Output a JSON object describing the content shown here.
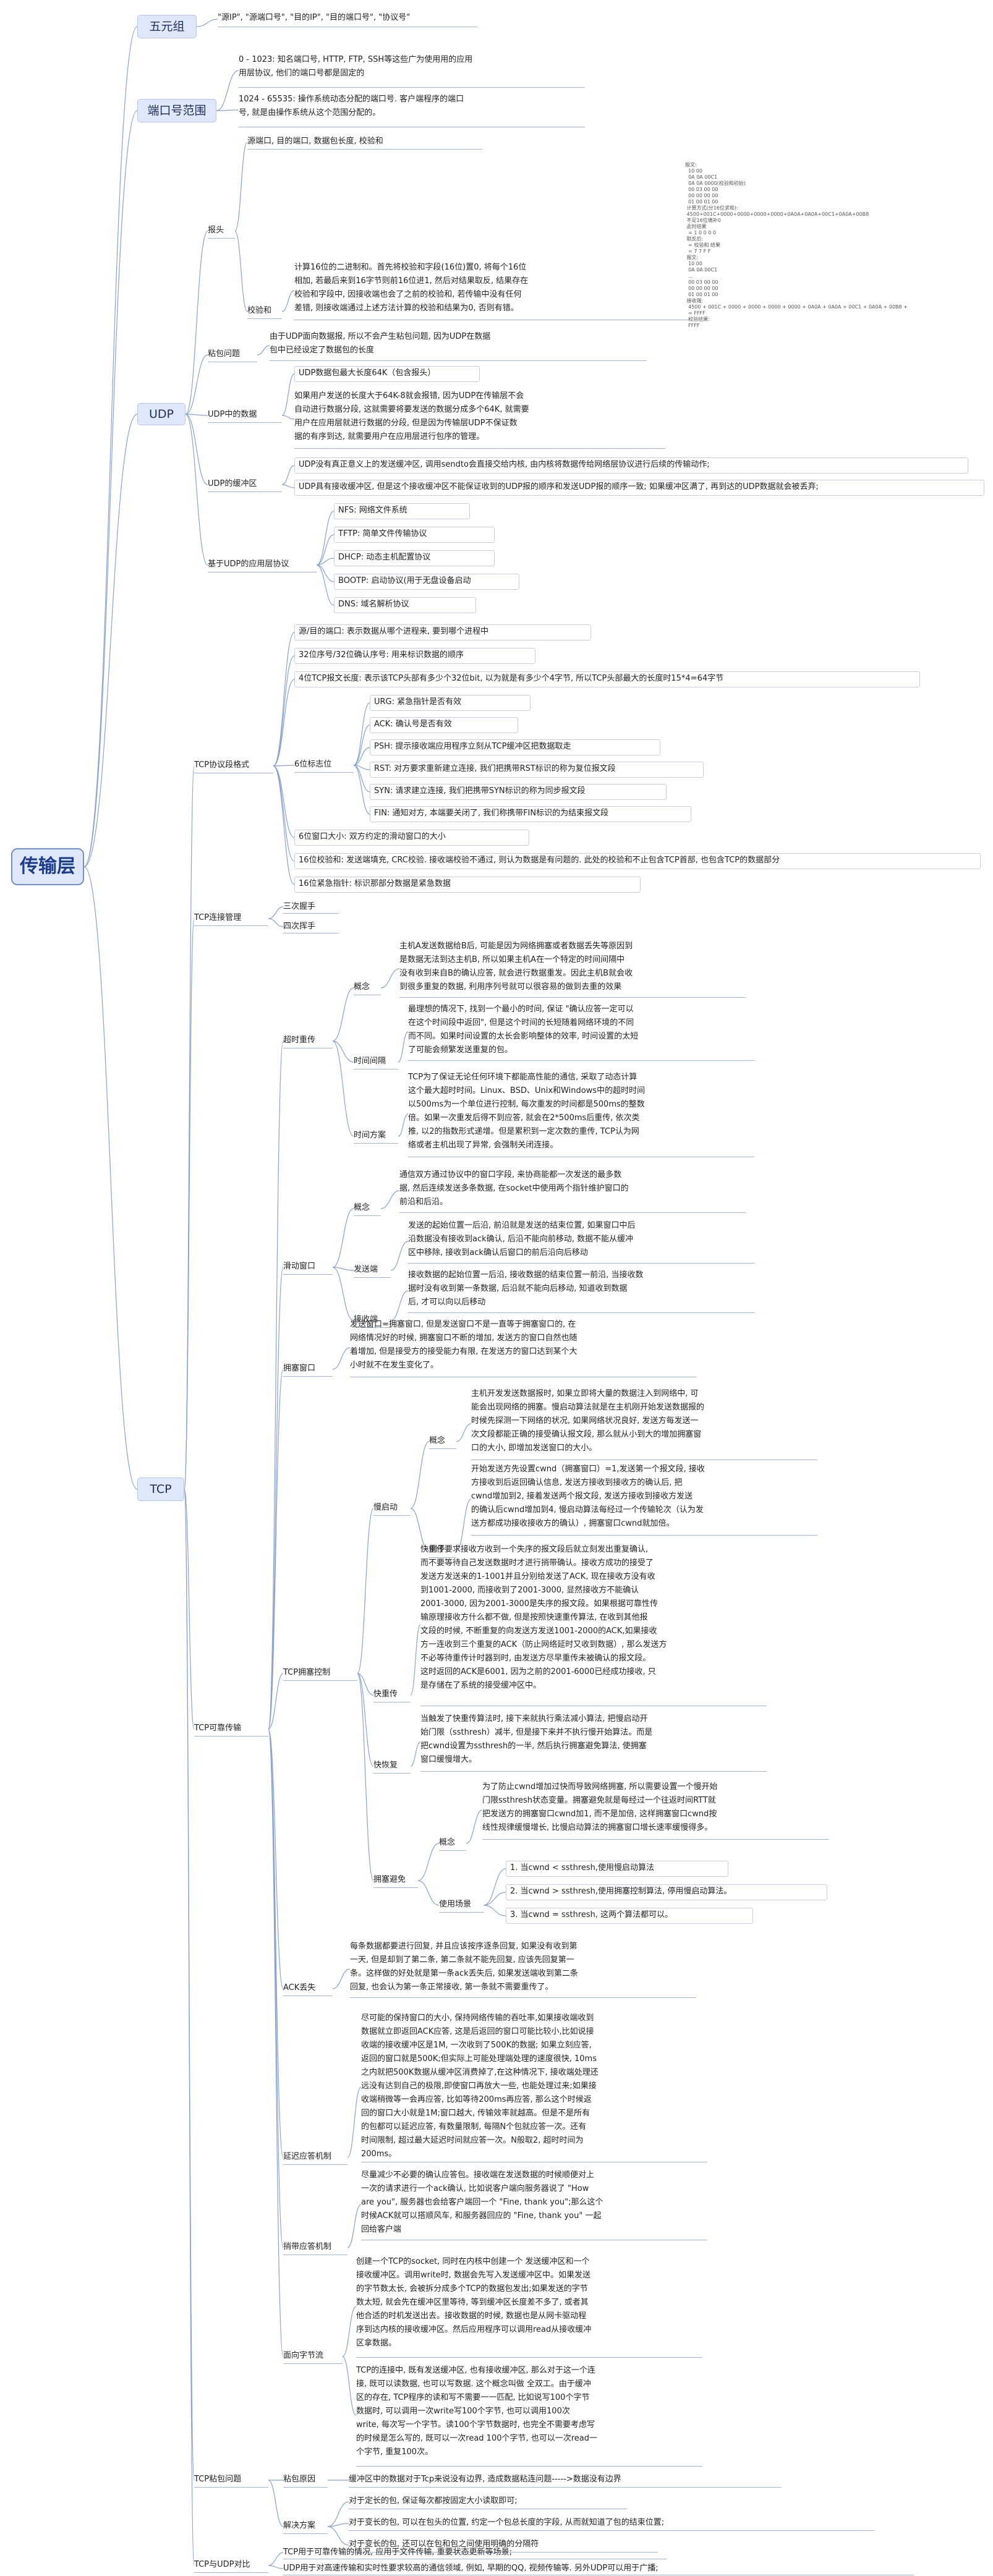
{
  "root": "传输层",
  "nodes": [
    {
      "id": "wyz",
      "text": "五元组"
    },
    {
      "id": "wyz1",
      "text": "\"源IP\", \"源端口号\", \"目的IP\", \"目的端口号\", \"协议号\""
    },
    {
      "id": "dkfw",
      "text": "端口号范围"
    },
    {
      "id": "dk1",
      "text": "0 - 1023: 知名端口号, HTTP, FTP, SSH等这些广为使用用的应用\n用层协议, 他们的端口号都是固定的"
    },
    {
      "id": "dk2",
      "text": "1024 - 65535: 操作系统动态分配的端口号. 客户端程序的端口\n号, 就是由操作系统从这个范围分配的。"
    },
    {
      "id": "udp",
      "text": "UDP"
    },
    {
      "id": "bt",
      "text": "报头"
    },
    {
      "id": "bt1",
      "text": "源端口, 目的端口, 数据包长度, 校验和"
    },
    {
      "id": "jyh",
      "text": "校验和"
    },
    {
      "id": "jyh1",
      "text": "计算16位的二进制和。首先将校验和字段(16位)置0, 将每个16位\n相加, 若最后来到16字节则前16位进1, 然后对结果取反, 结果存在\n校验和字段中, 因接收端也会了之前的校验和, 若传输中没有任何\n差错, 则接收端通过上述方法计算的校验和结果为0, 否则有错。"
    },
    {
      "id": "nbwt",
      "text": "粘包问题"
    },
    {
      "id": "nbwt1",
      "text": "由于UDP面向数据报, 所以不会产生粘包问题, 因为UDP在数据\n包中已经设定了数据包的长度"
    },
    {
      "id": "udpsj",
      "text": "UDP中的数据"
    },
    {
      "id": "udpsj1",
      "text": "UDP数据包最大长度64K（包含报头）"
    },
    {
      "id": "udpsj2",
      "text": "如果用户发送的长度大于64K-8就会报错, 因为UDP在传输层不会\n自动进行数据分段, 这就需要将要发送的数据分成多个64K, 就需要\n用户在应用层就进行数据的分段, 但是因为传输层UDP不保证数\n据的有序到达, 就需要用户在应用层进行包序的管理。"
    },
    {
      "id": "udphc",
      "text": "UDP的缓冲区"
    },
    {
      "id": "udphc1",
      "text": "UDP没有真正意义上的发送缓冲区, 调用sendto会直接交给内核, 由内核将数据传给网络层协议进行后续的传输动作;"
    },
    {
      "id": "udphc2",
      "text": "UDP具有接收缓冲区, 但是这个接收缓冲区不能保证收到的UDP报的顺序和发送UDP报的顺序一致; 如果缓冲区满了, 再到达的UDP数据就会被丢弃;"
    },
    {
      "id": "udpyy",
      "text": "基于UDP的应用层协议"
    },
    {
      "id": "yy1",
      "text": "NFS: 网络文件系统"
    },
    {
      "id": "yy2",
      "text": "TFTP: 简单文件传输协议"
    },
    {
      "id": "yy3",
      "text": "DHCP: 动态主机配置协议"
    },
    {
      "id": "yy4",
      "text": "BOOTP: 启动协议(用于无盘设备启动"
    },
    {
      "id": "yy5",
      "text": "DNS: 域名解析协议"
    },
    {
      "id": "tcp",
      "text": "TCP"
    },
    {
      "id": "tcpgs",
      "text": "TCP协议段格式"
    },
    {
      "id": "gs1",
      "text": "源/目的端口: 表示数据从哪个进程来, 要到哪个进程中"
    },
    {
      "id": "gs2",
      "text": "32位序号/32位确认序号: 用来标识数据的顺序"
    },
    {
      "id": "gs3",
      "text": "4位TCP报文长度: 表示该TCP头部有多少个32位bit, 以为就是有多少个4字节, 所以TCP头部最大的长度时15*4=64字节"
    },
    {
      "id": "bz",
      "text": "6位标志位"
    },
    {
      "id": "bz1",
      "text": "URG: 紧急指针是否有效"
    },
    {
      "id": "bz2",
      "text": "ACK: 确认号是否有效"
    },
    {
      "id": "bz3",
      "text": "PSH: 提示接收端应用程序立刻从TCP缓冲区把数据取走"
    },
    {
      "id": "bz4",
      "text": "RST: 对方要求重新建立连接, 我们把携带RST标识的称为复位报文段"
    },
    {
      "id": "bz5",
      "text": "SYN: 请求建立连接, 我们把携带SYN标识的称为同步报文段"
    },
    {
      "id": "bz6",
      "text": "FIN: 通知对方, 本端要关闭了, 我们称携带FIN标识的为结束报文段"
    },
    {
      "id": "gs4",
      "text": "6位窗口大小: 双方约定的滑动窗口的大小"
    },
    {
      "id": "gs5",
      "text": "16位校验和: 发送端填充, CRC校验. 接收端校验不通过, 则认为数据是有问题的. 此处的校验和不止包含TCP首部, 也包含TCP的数据部分"
    },
    {
      "id": "gs6",
      "text": "16位紧急指针: 标识那部分数据是紧急数据"
    },
    {
      "id": "ljgl",
      "text": "TCP连接管理"
    },
    {
      "id": "lj1",
      "text": "三次握手"
    },
    {
      "id": "lj2",
      "text": "四次挥手"
    },
    {
      "id": "kkcs",
      "text": "TCP可靠传输"
    },
    {
      "id": "cscc",
      "text": "超时重传"
    },
    {
      "id": "cs_gn",
      "text": "概念"
    },
    {
      "id": "cs_gn1",
      "text": "主机A发送数据给B后, 可能是因为网络拥塞或者数据丢失等原因到\n是数据无法到达主机B, 所以如果主机A在一个特定的时间间隔中\n没有收到来自B的确认应答, 就会进行数据重发。因此主机B就会收\n到很多重复的数据, 利用序列号就可以很容易的做到去重的效果"
    },
    {
      "id": "sjjg",
      "text": "时间间隔"
    },
    {
      "id": "sjjg1",
      "text": "最理想的情况下, 找到一个最小的时间, 保证 \"确认应答一定可以\n在这个时间段中返回\", 但是这个时间的长短随着网络环境的不同\n而不同。如果时间设置的太长会影响整体的效率, 时间设置的太短\n了可能会频繁发送重复的包。"
    },
    {
      "id": "sjfa",
      "text": "时间方案"
    },
    {
      "id": "sjfa1",
      "text": "TCP为了保证无论任何环境下都能高性能的通信, 采取了动态计算\n这个最大超时时间。Linux、BSD、Unix和Windows中的超时时间\n以500ms为一个单位进行控制, 每次重发的时间都是500ms的整数\n倍。如果一次重发后得不到应答, 就会在2*500ms后重传, 依次类\n推, 以2的指数形式递增。但是累积到一定次数的重传, TCP认为网\n络或者主机出现了异常, 会强制关闭连接。"
    },
    {
      "id": "hdck",
      "text": "滑动窗口"
    },
    {
      "id": "hd_gn",
      "text": "概念"
    },
    {
      "id": "hd_gn1",
      "text": "通信双方通过协议中的窗口字段, 来协商能都一次发送的最多数\n据, 然后连续发送多条数据, 在socket中使用两个指针维护窗口的\n前沿和后沿。"
    },
    {
      "id": "fsd",
      "text": "发送端"
    },
    {
      "id": "fsd1",
      "text": "发送的起始位置一后沿, 前沿就是发送的结束位置, 如果窗口中后\n沿数据没有接收到ack确认, 后沿不能向前移动, 数据不能从缓冲\n区中移除, 接收到ack确认后窗口的前后沿向后移动"
    },
    {
      "id": "jsd",
      "text": "接收端"
    },
    {
      "id": "jsd1",
      "text": "接收数据的起始位置一后沿, 接收数据的结束位置一前沿, 当接收数\n据时没有收到第一条数据, 后沿就不能向后移动, 知道收到数据\n后, 才可以向以后移动"
    },
    {
      "id": "ydck",
      "text": "拥塞窗口"
    },
    {
      "id": "ydck1",
      "text": "发送窗口=拥塞窗口, 但是发送窗口不是一直等于拥塞窗口的, 在\n网络情况好的时候, 拥塞窗口不断的增加, 发送方的窗口自然也随\n着增加, 但是接受方的接受能力有限, 在发送方的窗口达到某个大\n小时就不在发生变化了。"
    },
    {
      "id": "ydkz",
      "text": "TCP拥塞控制"
    },
    {
      "id": "mqd",
      "text": "慢启动"
    },
    {
      "id": "mqd_gn",
      "text": "概念"
    },
    {
      "id": "mqd_gn1",
      "text": "主机开发发送数据报时, 如果立即将大量的数据注入到网络中, 可\n能会出现网络的拥塞。慢启动算法就是在主机刚开始发送数据报的\n时候先探测一下网络的状况, 如果网络状况良好, 发送方每发送一\n次文段都能正确的接受确认报文段, 那么就从小到大的增加拥塞窗\n口的大小, 即增加发送窗口的大小。"
    },
    {
      "id": "mqd_lz",
      "text": "例子"
    },
    {
      "id": "mqd_lz1",
      "text": "开始发送方先设置cwnd（拥塞窗口）=1,发送第一个报文段, 接收\n方接收到后返回确认信息, 发送方接收到接收方的确认后, 把\ncwnd增加到2, 接着发送两个报文段, 发送方接收到接收方发送\n的确认后cwnd增加到4, 慢启动算法每经过一个传输轮次（认为发\n送方都成功接收接收方的确认）, 拥塞窗口cwnd就加倍。"
    },
    {
      "id": "kcc",
      "text": "快重传"
    },
    {
      "id": "kcc1",
      "text": "快重传要求接收方收到一个失序的报文段后就立刻发出重复确认,\n而不要等待自己发送数据时才进行捎带确认。接收方成功的接受了\n发送方发送来的1-1001并且分别给发送了ACK, 现在接收方没有收\n到1001-2000, 而接收到了2001-3000, 显然接收方不能确认\n2001-3000, 因为2001-3000是失序的报文段。如果根据可靠性传\n输原理接收方什么都不做, 但是按照快速重传算法, 在收到其他报\n文段的时候, 不断重复的向发送方发送1001-2000的ACK,如果接收\n方一连收到三个重复的ACK（防止网络延时又收到数据）, 那么发送方\n不必等待重传计时器到时, 由发送方尽早重传未被确认的报文段。\n这时返回的ACK是6001, 因为之前的2001-6000已经成功接收, 只\n是存储在了系统的接受缓冲区中。"
    },
    {
      "id": "khf",
      "text": "快恢复"
    },
    {
      "id": "khf1",
      "text": "当触发了快重传算法时, 接下来就执行乘法减小算法, 把慢启动开\n始门限（ssthresh）减半, 但是接下来并不执行慢开始算法。而是\n把cwnd设置为ssthresh的一半, 然后执行拥塞避免算法, 使拥塞\n窗口缓慢增大。"
    },
    {
      "id": "ydbm",
      "text": "拥塞避免"
    },
    {
      "id": "ydbm_gn",
      "text": "概念"
    },
    {
      "id": "ydbm_gn1",
      "text": "为了防止cwnd增加过快而导致网络拥塞, 所以需要设置一个慢开始\n门限ssthresh状态变量。拥塞避免就是每经过一个往返时间RTT就\n把发送方的拥塞窗口cwnd加1, 而不是加倍, 这样拥塞窗口cwnd按\n线性规律缓慢增长, 比慢启动算法的拥塞窗口增长速率缓慢得多。"
    },
    {
      "id": "sycj",
      "text": "使用场景"
    },
    {
      "id": "cj1",
      "text": "1. 当cwnd < ssthresh,使用慢启动算法"
    },
    {
      "id": "cj2",
      "text": "2. 当cwnd > ssthresh,使用拥塞控制算法, 停用慢启动算法。"
    },
    {
      "id": "cj3",
      "text": "3. 当cwnd = ssthresh, 这两个算法都可以。"
    },
    {
      "id": "ackds",
      "text": "ACK丢失"
    },
    {
      "id": "ackds1",
      "text": "每条数据都要进行回复, 并且应该按序逐条回复, 如果没有收到第\n一天, 但是却到了第二条, 第二条就不能先回复, 应该先回复第一\n条。这样做的好处就是第一条ack丢失后, 如果发送端收到第二条\n回复, 也会认为第一条正常接收, 第一条就不需要重传了。"
    },
    {
      "id": "ycydjz",
      "text": "延迟应答机制"
    },
    {
      "id": "ycydjz1",
      "text": "尽可能的保持窗口的大小, 保持网络传输的吞吐率,如果接收端收到\n数据就立即返回ACK应答, 这是后返回的窗口可能比较小,比如说接\n收端的接收缓冲区是1M, 一次收到了500K的数据; 如果立刻应答,\n返回的窗口就是500K;但实际上可能处理端处理的速度很快, 10ms\n之内就把500K数据从缓冲区消费掉了,在这种情况下, 接收端处理还\n远没有达到自己的极限,即使窗口再放大一些, 也能处理过来;如果接\n收端稍微等一会再应答, 比如等待200ms再应答, 那么这个时候返\n回的窗口大小就是1M;窗口越大, 传输效率就越高。但是不是所有\n的包都可以延迟应答, 有数量限制, 每隔N个包就应答一次。还有\n时间限制, 超过最大延迟时间就应答一次。N般取2, 超时时间为\n200ms。"
    },
    {
      "id": "sdyd",
      "text": "捎带应答机制"
    },
    {
      "id": "sdyd1",
      "text": "尽量减少不必要的确认应答包。接收端在发送数据的时候顺便对上\n一次的请求进行一个ack确认, 比如说客户端向服务器说了 \"How\nare you\", 服务器也会给客户端回一个 \"Fine, thank you\";那么这个\n时候ACK就可以搭顺风车, 和服务器回应的 \"Fine, thank you\" 一起\n回给客户端"
    },
    {
      "id": "mxzj",
      "text": "面向字节流"
    },
    {
      "id": "mxzj1",
      "text": "创建一个TCP的socket, 同时在内核中创建一个 发送缓冲区和一个\n接收缓冲区。调用write时, 数据会先写入发送缓冲区中。如果发送\n的字节数太长, 会被拆分成多个TCP的数据包发出;如果发送的字节\n数太短, 就会先在缓冲区里等待, 等到缓冲区长度差不多了, 或者其\n他合适的时机发送出去。接收数据的时候, 数据也是从网卡驱动程\n序到达内核的接收缓冲区。然后应用程序可以调用read从接收缓冲\n区拿数据。"
    },
    {
      "id": "mxzj2",
      "text": "TCP的连接中, 既有发送缓冲区, 也有接收缓冲区, 那么对于这一个连\n接, 既可以读数据, 也可以写数据. 这个概念叫做 全双工。由于缓冲\n区的存在, TCP程序的读和写不需要一一匹配, 比如说写100个字节\n数据时, 可以调用一次write写100个字节, 也可以调用100次\nwrite, 每次写一个字节。读100个字节数据时, 也完全不需要考虑写\n的时候是怎么写的, 既可以一次read 100个字节, 也可以一次read一\n个字节, 重复100次。"
    },
    {
      "id": "nbwt2",
      "text": "TCP粘包问题"
    },
    {
      "id": "nbyy",
      "text": "粘包原因"
    },
    {
      "id": "nbyy1",
      "text": "缓冲区中的数据对于Tcp来说没有边界, 造成数据粘连问题----->数据没有边界"
    },
    {
      "id": "jjfa",
      "text": "解决方案"
    },
    {
      "id": "jj1",
      "text": "对于定长的包, 保证每次都按固定大小读取即可;"
    },
    {
      "id": "jj2",
      "text": "对于变长的包, 可以在包头的位置, 约定一个包总长度的字段, 从而就知道了包的结束位置;"
    },
    {
      "id": "jj3",
      "text": "对于变长的包, 还可以在包和包之间使用明确的分隔符"
    },
    {
      "id": "db",
      "text": "TCP与UDP对比"
    },
    {
      "id": "db1",
      "text": "TCP用于可靠传输的情况, 应用于文件传输, 重要状态更新等场景;"
    },
    {
      "id": "db2",
      "text": "UDP用于对高速传输和实时性要求较高的通信领域, 例如, 早期的QQ, 视频传输等. 另外UDP可以用于广播;"
    }
  ],
  "checksum_note": "报文:\n  10 00\n  0A 0A 00C1\n  0A 0A 0000(校验和初始)\n  00 03 00 00\n  00 00 00 00\n  01 00 01 00\n 计算方式(分16位求和):\n 4500+001C+0000+0000+0000+0000+0A0A+0A0A+00C1+0A0A+00B8\n 不足16位填补0\n 此时结果\n  = 1 0 0 0 0\n 取反后:\n  = 校验和 结果\n  = 7 7 F F\n 报文:\n  10 00\n  0A 0A 00C1\n  ...\n  00 03 00 00\n  00 00 00 00\n  01 00 01 00\n 接收端:\n  4500 + 001C + 0000 + 0000 + 0000 + 0000 + 0A0A + 0A0A + 00C1 + 0A0A + 00B8 +\n  = FFFF\n  校验结果:\n  FFFF"
}
